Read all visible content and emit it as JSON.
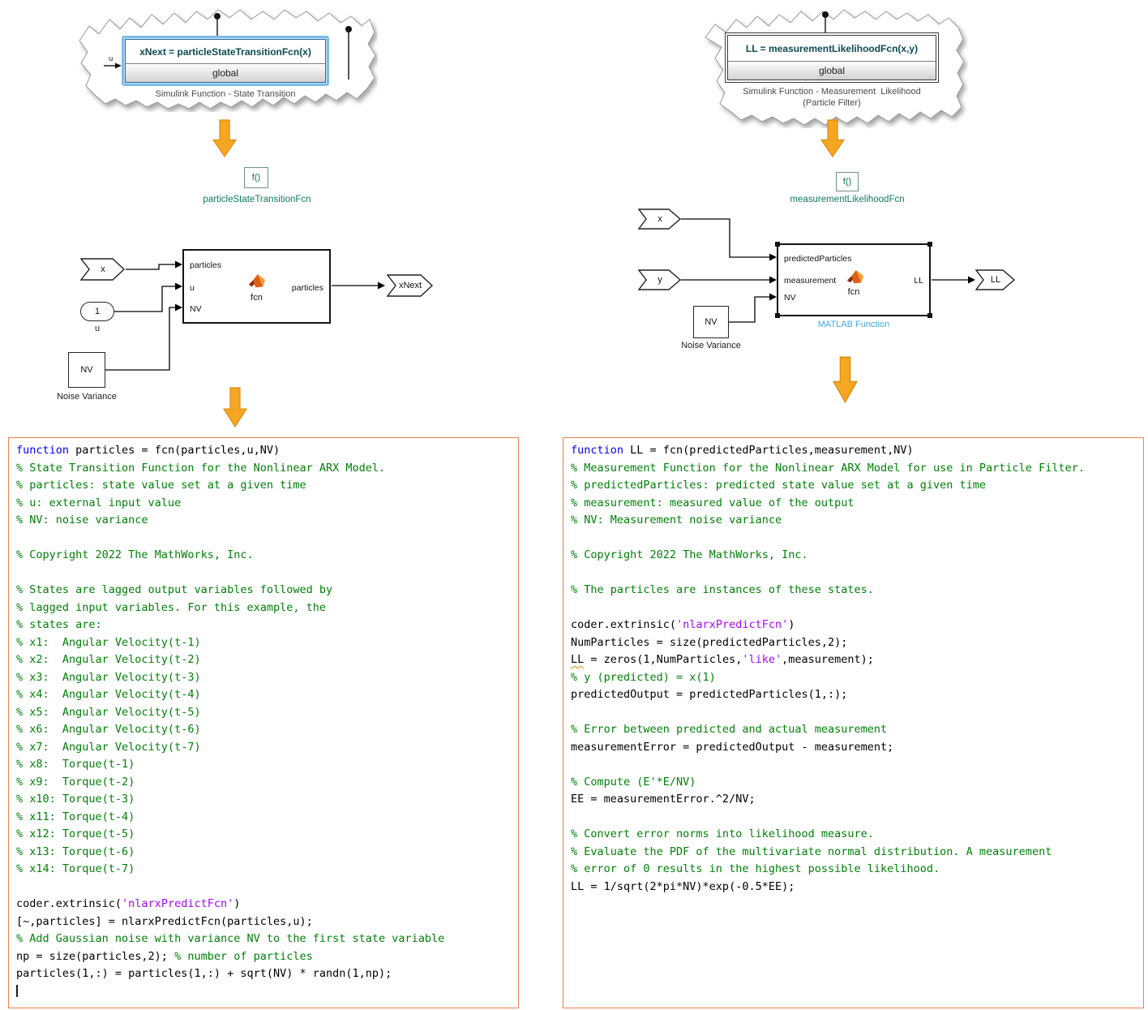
{
  "colors": {
    "kw_blue": "#0000EE",
    "comment_green": "#028009",
    "string_purple": "#AA04F9",
    "border_orange": "#EE7E51",
    "arrow_fill": "#F5A623",
    "arrow_stroke": "#D98B13",
    "sel_blue": "#7EBCEA",
    "sig_teal": "#0D4A52",
    "teal": "#117A65",
    "label_blue": "#44A9E0"
  },
  "left": {
    "torn": {
      "signature": "xNext = particleStateTransitionFcn(x)",
      "global_label": "global",
      "port_label": "u",
      "caption": "Simulink Function - State Transition"
    },
    "fcn_icon": {
      "glyph": "f()",
      "name": "particleStateTransitionFcn"
    },
    "diagram": {
      "inport_x": "x",
      "const_value": "1",
      "const_label": "u",
      "nv_text": "NV",
      "nv_label": "Noise Variance",
      "port_in_1": "particles",
      "port_in_2": "u",
      "port_in_3": "NV",
      "port_out": "particles",
      "fcn_text": "fcn",
      "outport": "xNext"
    },
    "code": {
      "lines": [
        [
          [
            "kw",
            "function"
          ],
          [
            "pl",
            " particles = fcn(particles,u,NV)"
          ]
        ],
        [
          [
            "cm",
            "% State Transition Function for the Nonlinear ARX Model."
          ]
        ],
        [
          [
            "cm",
            "% particles: state value set at a given time"
          ]
        ],
        [
          [
            "cm",
            "% u: external input value"
          ]
        ],
        [
          [
            "cm",
            "% NV: noise variance"
          ]
        ],
        [],
        [
          [
            "cm",
            "% Copyright 2022 The MathWorks, Inc."
          ]
        ],
        [],
        [
          [
            "cm",
            "% States are lagged output variables followed by"
          ]
        ],
        [
          [
            "cm",
            "% lagged input variables. For this example, the"
          ]
        ],
        [
          [
            "cm",
            "% states are:"
          ]
        ],
        [
          [
            "cm",
            "% x1:  Angular Velocity(t-1)"
          ]
        ],
        [
          [
            "cm",
            "% x2:  Angular Velocity(t-2)"
          ]
        ],
        [
          [
            "cm",
            "% x3:  Angular Velocity(t-3)"
          ]
        ],
        [
          [
            "cm",
            "% x4:  Angular Velocity(t-4)"
          ]
        ],
        [
          [
            "cm",
            "% x5:  Angular Velocity(t-5)"
          ]
        ],
        [
          [
            "cm",
            "% x6:  Angular Velocity(t-6)"
          ]
        ],
        [
          [
            "cm",
            "% x7:  Angular Velocity(t-7)"
          ]
        ],
        [
          [
            "cm",
            "% x8:  Torque(t-1)"
          ]
        ],
        [
          [
            "cm",
            "% x9:  Torque(t-2)"
          ]
        ],
        [
          [
            "cm",
            "% x10: Torque(t-3)"
          ]
        ],
        [
          [
            "cm",
            "% x11: Torque(t-4)"
          ]
        ],
        [
          [
            "cm",
            "% x12: Torque(t-5)"
          ]
        ],
        [
          [
            "cm",
            "% x13: Torque(t-6)"
          ]
        ],
        [
          [
            "cm",
            "% x14: Torque(t-7)"
          ]
        ],
        [],
        [
          [
            "pl",
            "coder.extrinsic("
          ],
          [
            "st",
            "'nlarxPredictFcn'"
          ],
          [
            "pl",
            ")"
          ]
        ],
        [
          [
            "pl",
            "[~,particles] = nlarxPredictFcn(particles,u);"
          ]
        ],
        [
          [
            "cm",
            "% Add Gaussian noise with variance NV to the first state variable"
          ]
        ],
        [
          [
            "pl",
            "np = size(particles,2); "
          ],
          [
            "cm",
            "% number of particles"
          ]
        ],
        [
          [
            "pl",
            "particles(1,:) = particles(1,:) + sqrt(NV) * randn(1,np);"
          ]
        ],
        [
          [
            "cur",
            ""
          ]
        ]
      ]
    }
  },
  "right": {
    "torn": {
      "signature": "LL = measurementLikelihoodFcn(x,y)",
      "global_label": "global",
      "caption1": "Simulink Function - Measurement  Likelihood",
      "caption2": "(Particle Filter)"
    },
    "fcn_icon": {
      "glyph": "f()",
      "name": "measurementLikelihoodFcn"
    },
    "diagram": {
      "inport_x": "x",
      "inport_y": "y",
      "nv_text": "NV",
      "nv_label": "Noise Variance",
      "port_in_1": "predictedParticles",
      "port_in_2": "measurement",
      "port_in_3": "NV",
      "port_out": "LL",
      "fcn_text": "fcn",
      "block_label": "MATLAB Function",
      "outport": "LL"
    },
    "code": {
      "lines": [
        [
          [
            "kw",
            "function"
          ],
          [
            "pl",
            " LL = fcn(predictedParticles,measurement,NV)"
          ]
        ],
        [
          [
            "cm",
            "% Measurement Function for the Nonlinear ARX Model for use in Particle Filter."
          ]
        ],
        [
          [
            "cm",
            "% predictedParticles: predicted state value set at a given time"
          ]
        ],
        [
          [
            "cm",
            "% measurement: measured value of the output"
          ]
        ],
        [
          [
            "cm",
            "% NV: Measurement noise variance"
          ]
        ],
        [],
        [
          [
            "cm",
            "% Copyright 2022 The MathWorks, Inc."
          ]
        ],
        [],
        [
          [
            "cm",
            "% The particles are instances of these states."
          ]
        ],
        [],
        [
          [
            "pl",
            "coder.extrinsic("
          ],
          [
            "st",
            "'nlarxPredictFcn'"
          ],
          [
            "pl",
            ")"
          ]
        ],
        [
          [
            "pl",
            "NumParticles = size(predictedParticles,2);"
          ]
        ],
        [
          [
            "wn",
            "LL"
          ],
          [
            "pl",
            " = zeros(1,NumParticles,"
          ],
          [
            "st",
            "'like'"
          ],
          [
            "pl",
            ",measurement);"
          ]
        ],
        [
          [
            "cm",
            "% y (predicted) = x(1)"
          ]
        ],
        [
          [
            "pl",
            "predictedOutput = predictedParticles(1,:);"
          ]
        ],
        [],
        [
          [
            "cm",
            "% Error between predicted and actual measurement"
          ]
        ],
        [
          [
            "pl",
            "measurementError = predictedOutput - measurement;"
          ]
        ],
        [],
        [
          [
            "cm",
            "% Compute (E'*E/NV)"
          ]
        ],
        [
          [
            "pl",
            "EE = measurementError.^2/NV;"
          ]
        ],
        [],
        [
          [
            "cm",
            "% Convert error norms into likelihood measure."
          ]
        ],
        [
          [
            "cm",
            "% Evaluate the PDF of the multivariate normal distribution. A measurement"
          ]
        ],
        [
          [
            "cm",
            "% error of 0 results in the highest possible likelihood."
          ]
        ],
        [
          [
            "pl",
            "LL = 1/sqrt(2*pi*NV)*exp(-0.5*EE);"
          ]
        ]
      ]
    }
  }
}
